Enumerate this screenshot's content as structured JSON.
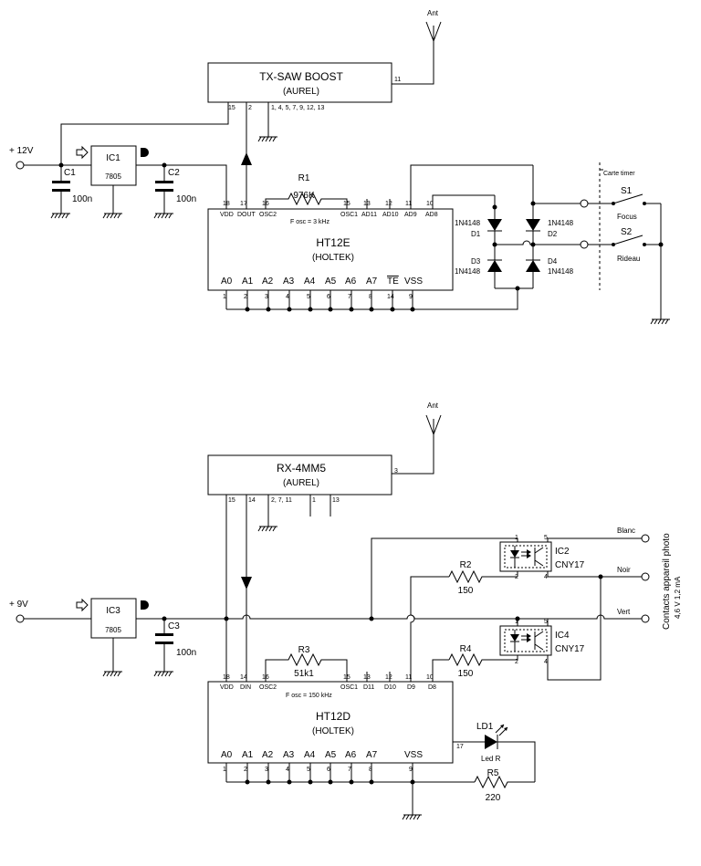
{
  "transmitter": {
    "module": {
      "name": "TX-SAW BOOST",
      "maker": "(AUREL)",
      "pin_out": "11",
      "pin_vdd": "15",
      "pin_din": "2",
      "pins_gnd": "1, 4, 5, 7, 9, 12, 13"
    },
    "antenna": "Ant",
    "supply": "+ 12V",
    "regulator": {
      "ref": "IC1",
      "value": "7805"
    },
    "c1": {
      "ref": "C1",
      "value": "100n"
    },
    "c2": {
      "ref": "C2",
      "value": "100n"
    },
    "encoder": {
      "name": "HT12E",
      "maker": "(HOLTEK)",
      "fosc": "F osc = 3 kHz"
    },
    "r1": {
      "ref": "R1",
      "value": "976K"
    },
    "diodes": [
      {
        "ref": "D1",
        "value": "1N4148"
      },
      {
        "ref": "D2",
        "value": "1N4148"
      },
      {
        "ref": "D3",
        "value": "1N4148"
      },
      {
        "ref": "D4",
        "value": "1N4148"
      }
    ],
    "switches": {
      "s1": "S1",
      "s1_label": "Focus",
      "s2": "S2",
      "s2_label": "Rideau",
      "box_label": "Carte timer"
    }
  },
  "receiver": {
    "module": {
      "name": "RX-4MM5",
      "maker": "(AUREL)",
      "pin_out": "3",
      "pin_vdd": "15",
      "pin_dout": "14",
      "pins_gnd": "2, 7, 11",
      "pin_1": "1",
      "pin_13": "13"
    },
    "antenna": "Ant",
    "supply": "+ 9V",
    "regulator": {
      "ref": "IC3",
      "value": "7805"
    },
    "c3": {
      "ref": "C3",
      "value": "100n"
    },
    "decoder": {
      "name": "HT12D",
      "maker": "(HOLTEK)",
      "fosc": "F osc = 150 kHz"
    },
    "r3": {
      "ref": "R3",
      "value": "51k1"
    },
    "r2": {
      "ref": "R2",
      "value": "150"
    },
    "r4": {
      "ref": "R4",
      "value": "150"
    },
    "r5": {
      "ref": "R5",
      "value": "220"
    },
    "opto1": {
      "ref": "IC2",
      "value": "CNY17"
    },
    "opto2": {
      "ref": "IC4",
      "value": "CNY17"
    },
    "led": {
      "ref": "LD1",
      "value": "Led R"
    },
    "outputs": {
      "blanc": "Blanc",
      "noir": "Noir",
      "vert": "Vert"
    },
    "contacts_label": "Contacts appareil photo",
    "contacts_spec": "4,6 V  1,2 mA"
  },
  "pins": {
    "enc_top": [
      {
        "num": "18",
        "name": "VDD"
      },
      {
        "num": "17",
        "name": "DOUT"
      },
      {
        "num": "16",
        "name": "OSC2"
      },
      {
        "num": "15",
        "name": "OSC1"
      },
      {
        "num": "13",
        "name": "AD11"
      },
      {
        "num": "12",
        "name": "AD10"
      },
      {
        "num": "11",
        "name": "AD9"
      },
      {
        "num": "10",
        "name": "AD8"
      }
    ],
    "enc_bottom": [
      {
        "num": "1",
        "name": "A0"
      },
      {
        "num": "2",
        "name": "A1"
      },
      {
        "num": "3",
        "name": "A2"
      },
      {
        "num": "4",
        "name": "A3"
      },
      {
        "num": "5",
        "name": "A4"
      },
      {
        "num": "6",
        "name": "A5"
      },
      {
        "num": "7",
        "name": "A6"
      },
      {
        "num": "8",
        "name": "A7"
      },
      {
        "num": "14",
        "name": "TE"
      },
      {
        "num": "9",
        "name": "VSS"
      }
    ],
    "dec_top": [
      {
        "num": "18",
        "name": "VDD"
      },
      {
        "num": "14",
        "name": "DIN"
      },
      {
        "num": "16",
        "name": "OSC2"
      },
      {
        "num": "15",
        "name": "OSC1"
      },
      {
        "num": "13",
        "name": "D11"
      },
      {
        "num": "12",
        "name": "D10"
      },
      {
        "num": "11",
        "name": "D9"
      },
      {
        "num": "10",
        "name": "D8"
      }
    ],
    "dec_bottom": [
      {
        "num": "1",
        "name": "A0"
      },
      {
        "num": "2",
        "name": "A1"
      },
      {
        "num": "3",
        "name": "A2"
      },
      {
        "num": "4",
        "name": "A3"
      },
      {
        "num": "5",
        "name": "A4"
      },
      {
        "num": "6",
        "name": "A5"
      },
      {
        "num": "7",
        "name": "A6"
      },
      {
        "num": "8",
        "name": "A7"
      },
      {
        "num": "9",
        "name": "VSS"
      }
    ],
    "dec_led_pin": "17",
    "opto_pins": {
      "p1": "1",
      "p2": "2",
      "p4": "4",
      "p5": "5"
    }
  }
}
